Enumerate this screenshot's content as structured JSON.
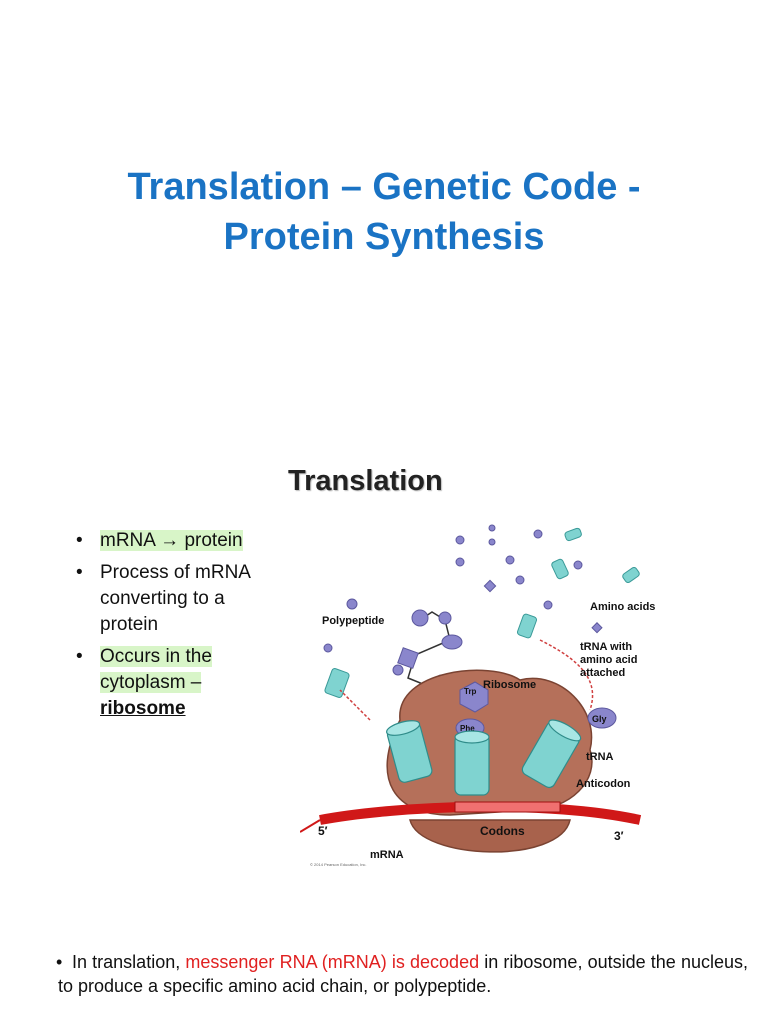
{
  "title": {
    "line1": "Translation – Genetic Code -",
    "line2": "Protein Synthesis"
  },
  "slide": {
    "heading": "Translation",
    "bullets": [
      {
        "text": "mRNA → protein"
      },
      {
        "line1": "Process of mRNA",
        "line2": "converting to a",
        "line3": "protein"
      },
      {
        "line1": "Occurs in the",
        "line2": "cytoplasm –",
        "line3": "ribosome"
      }
    ],
    "bullet_char": "•"
  },
  "diagram": {
    "labels": {
      "amino_acids": "Amino acids",
      "polypeptide": "Polypeptide",
      "trna_with_1": "tRNA with",
      "trna_with_2": "amino acid",
      "trna_with_3": "attached",
      "ribosome": "Ribosome",
      "gly": "Gly",
      "trp": "Trp",
      "phe": "Phe",
      "trna": "tRNA",
      "anticodon": "Anticodon",
      "codons": "Codons",
      "five_prime": "5′",
      "three_prime": "3′",
      "mrna": "mRNA",
      "copyright": "© 2014 Pearson Education, Inc."
    }
  },
  "paragraph": {
    "bullet": "•",
    "part1": "In translation, ",
    "highlight": "messenger RNA (mRNA) is decoded",
    "part2": " in ribosome, outside the nucleus, to produce a specific amino acid chain, or polypeptide."
  },
  "colors": {
    "title": "#1a73c4",
    "highlight": "#d8f5c8",
    "red_text": "#e02020",
    "ribosome": "#b5705a",
    "trna": "#7fd3d0",
    "mrna": "#d01818",
    "amino": "#8a86cc"
  }
}
